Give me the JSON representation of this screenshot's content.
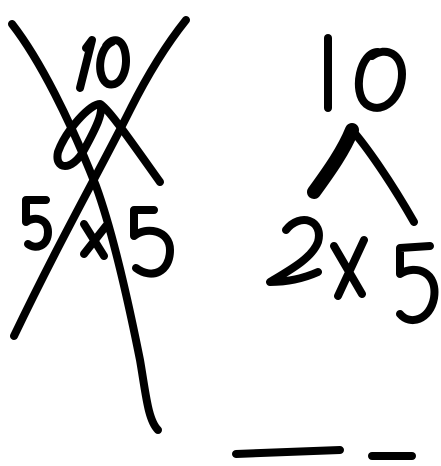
{
  "drawing": {
    "left_tree": {
      "root": "10",
      "expression": "5×5",
      "crossed_out": true
    },
    "right_tree": {
      "root": "10",
      "expression": "2x5"
    },
    "answer_blanks": 2,
    "ink_color": "#000000",
    "background_color": "#ffffff"
  }
}
